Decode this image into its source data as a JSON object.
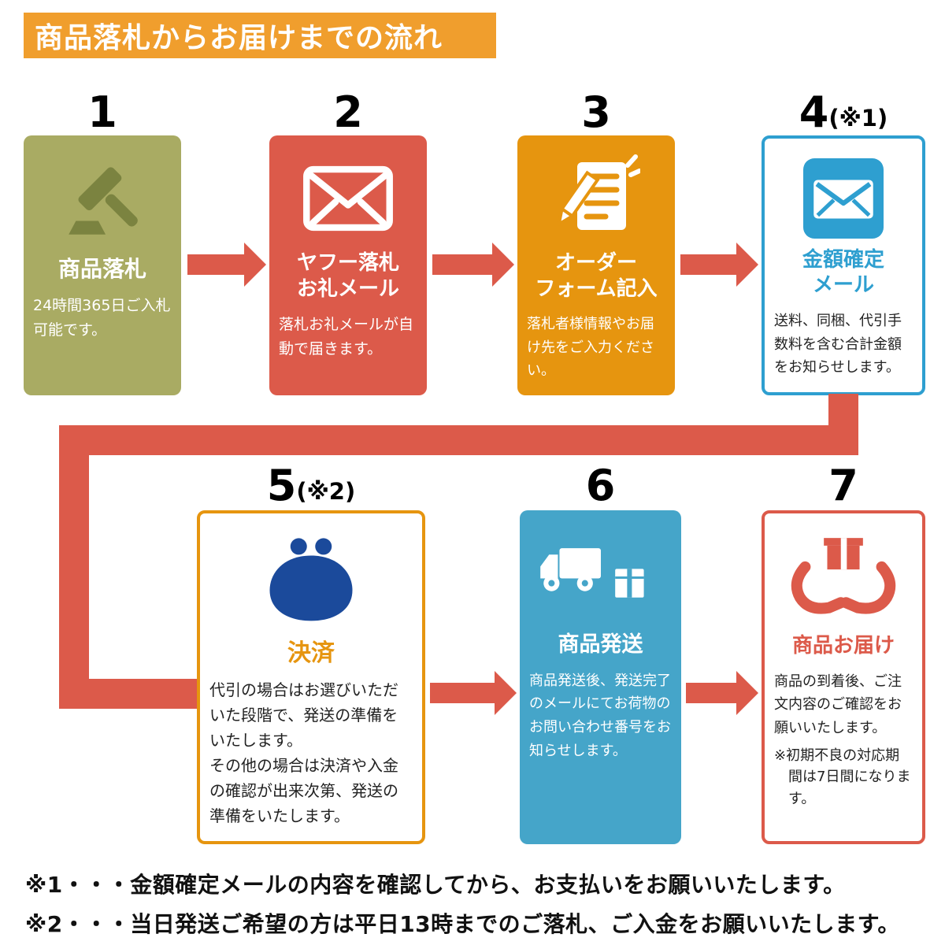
{
  "banner": {
    "title": "商品落札からお届けまでの流れ"
  },
  "colors": {
    "banner_bg": "#f09e2d",
    "arrow": "#dc5a4a",
    "step1_bg": "#a9ab63",
    "step2_bg": "#dc5a4a",
    "step3_bg": "#e6950f",
    "step4_accent": "#2e9fd0",
    "step5_accent": "#e6950f",
    "step5_icon": "#1b4a9b",
    "step6_bg": "#45a5c9",
    "step7_accent": "#dc5a4a"
  },
  "steps": [
    {
      "number": "1",
      "icon": "gavel-icon",
      "title": "商品落札",
      "body": "24時間365日ご入札可能です。"
    },
    {
      "number": "2",
      "icon": "mail-envelope-icon",
      "title_line1": "ヤフー落札",
      "title_line2": "お礼メール",
      "body": "落札お礼メールが自動で届きます。"
    },
    {
      "number": "3",
      "icon": "order-form-pencil-icon",
      "title_line1": "オーダー",
      "title_line2": "フォーム記入",
      "body": "落札者様情報やお届け先をご入力ください。"
    },
    {
      "number": "4",
      "suffix": "(※1)",
      "icon": "mail-envelope-icon",
      "title_line1": "金額確定",
      "title_line2": "メール",
      "body": "送料、同梱、代引手数料を含む合計金額をお知らせします。"
    },
    {
      "number": "5",
      "suffix": "(※2)",
      "icon": "coin-purse-icon",
      "title": "決済",
      "body": "代引の場合はお選びいただいた段階で、発送の準備をいたします。\nその他の場合は決済や入金の確認が出来次第、発送の準備をいたします。"
    },
    {
      "number": "6",
      "icon": "delivery-truck-box-icon",
      "title": "商品発送",
      "body": "商品発送後、発送完了のメールにてお荷物のお問い合わせ番号をお知らせします。"
    },
    {
      "number": "7",
      "icon": "hands-package-icon",
      "title": "商品お届け",
      "body": "商品の到着後、ご注文内容のご確認をお願いいたします。",
      "note": "※初期不良の対応期間は7日間になります。"
    }
  ],
  "footnotes": [
    "※1・・・金額確定メールの内容を確認してから、お支払いをお願いいたします。",
    "※2・・・当日発送ご希望の方は平日13時までのご落札、ご入金をお願いいたします。"
  ]
}
